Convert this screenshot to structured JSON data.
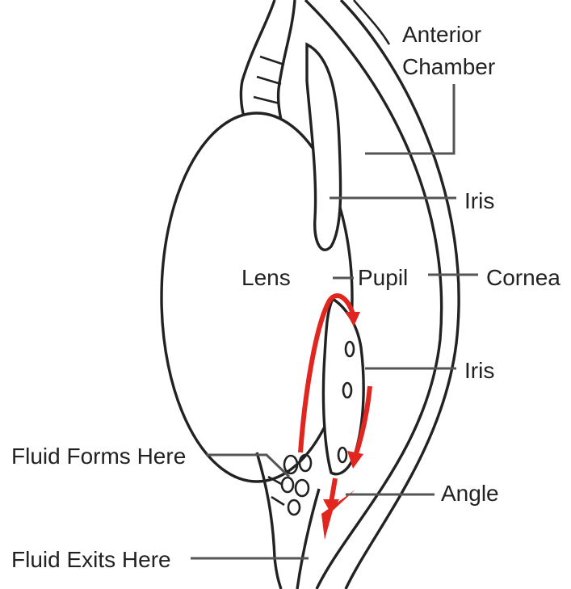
{
  "labels": {
    "anterior_line1": "Anterior",
    "anterior_line2": "Chamber",
    "iris_top": "Iris",
    "lens": "Lens",
    "pupil": "Pupil",
    "cornea": "Cornea",
    "iris_bottom": "Iris",
    "fluid_forms": "Fluid Forms Here",
    "angle": "Angle",
    "fluid_exits": "Fluid Exits Here"
  },
  "colors": {
    "line": "#222222",
    "leader": "#555555",
    "fluid_arrow": "#e0261f",
    "background": "#ffffff"
  }
}
